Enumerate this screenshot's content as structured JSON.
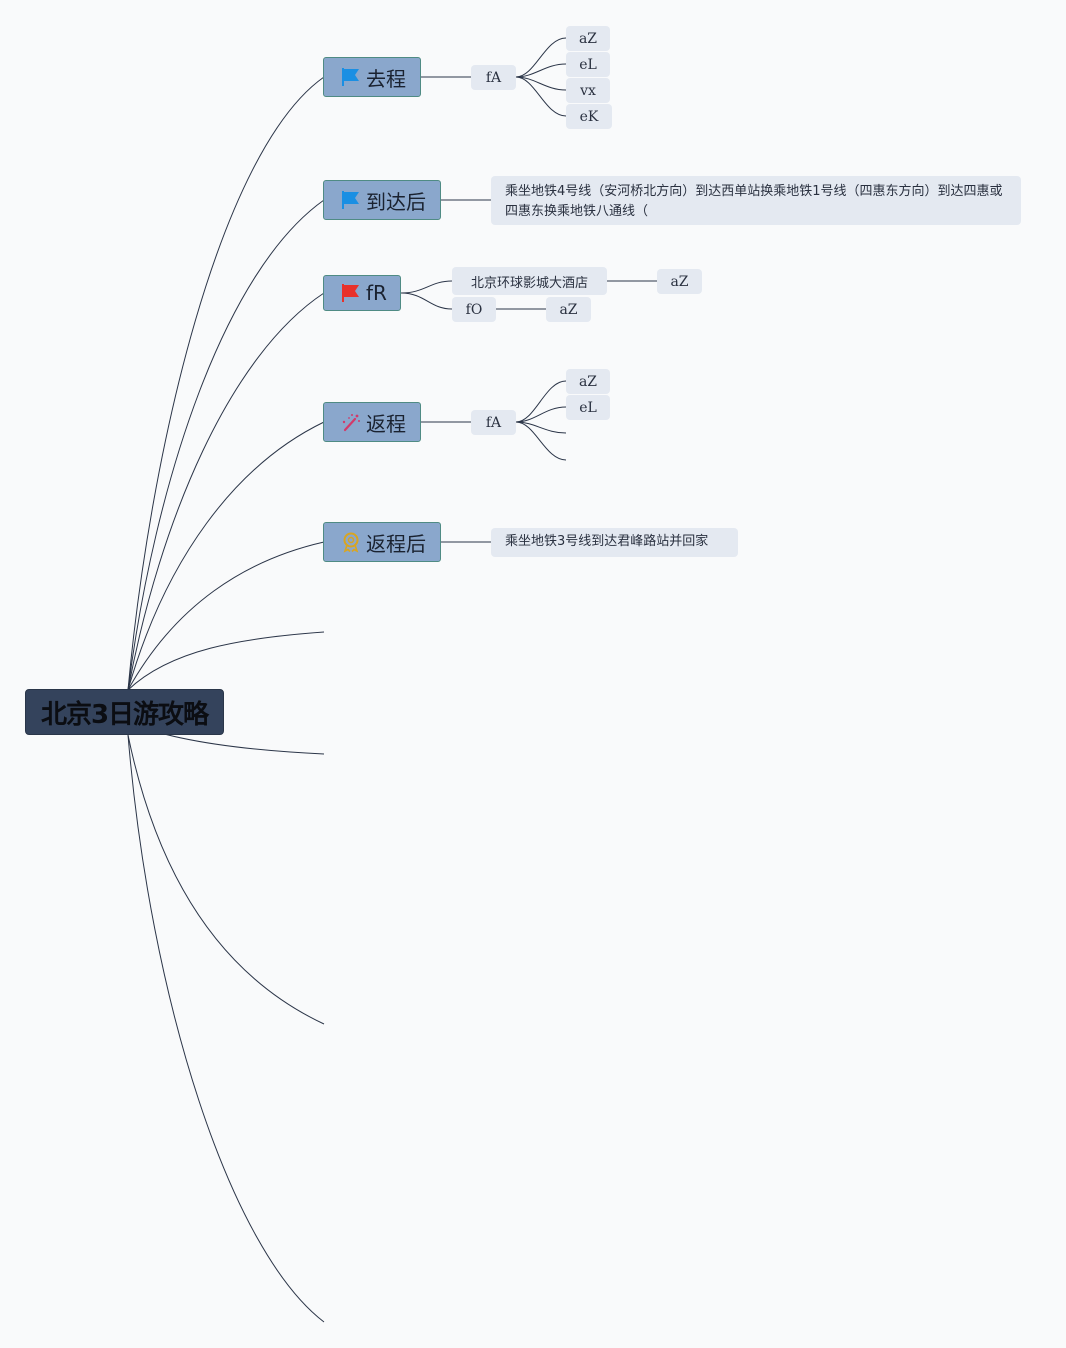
{
  "root": {
    "label": "北京3日游攻略"
  },
  "branches": [
    {
      "label": "去程",
      "icon": "blue-flag-icon",
      "children": [
        {
          "label": "fA",
          "children": [
            "aZ",
            "eL",
            "vx",
            "eK"
          ]
        }
      ]
    },
    {
      "label": "到达后",
      "icon": "blue-flag-icon",
      "children": [
        {
          "label": "乘坐地铁4号线（安河桥北方向）到达西单站换乘地铁1号线（四惠东方向）到达四惠或四惠东换乘地铁八通线（"
        }
      ]
    },
    {
      "label": "fR",
      "icon": "red-flag-icon",
      "children": [
        {
          "label": "北京环球影城大酒店",
          "children": [
            "aZ"
          ]
        },
        {
          "label": "fO",
          "children": [
            "aZ"
          ]
        }
      ]
    },
    {
      "label": "返程",
      "icon": "magic-wand-icon",
      "children": [
        {
          "label": "fA",
          "children": [
            "aZ",
            "eL"
          ]
        }
      ]
    },
    {
      "label": "返程后",
      "icon": "medal-icon",
      "children": [
        {
          "label": "乘坐地铁3号线到达君峰路站并回家"
        }
      ]
    }
  ],
  "colors": {
    "background": "#f9fafb",
    "root_fill": "#34435c",
    "branch_fill": "#8aa7cc",
    "branch_border": "#4f8b84",
    "leaf_fill": "#e4e9f1",
    "line": "#2b3548",
    "blue_flag": "#1a8fe3",
    "red_flag": "#e8312a"
  }
}
